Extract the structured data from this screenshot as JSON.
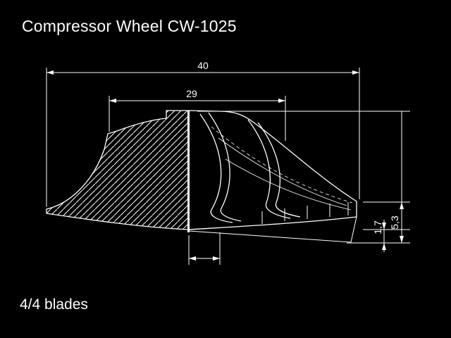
{
  "title": "Compressor Wheel CW-1025",
  "footer": "4/4 blades",
  "dimensions": {
    "overall_width": "40",
    "inducer_width": "29",
    "exducer_height": "5,3",
    "blade_tip_height": "1,7"
  },
  "colors": {
    "background": "#000000",
    "line": "#ffffff",
    "text": "#ffffff"
  }
}
